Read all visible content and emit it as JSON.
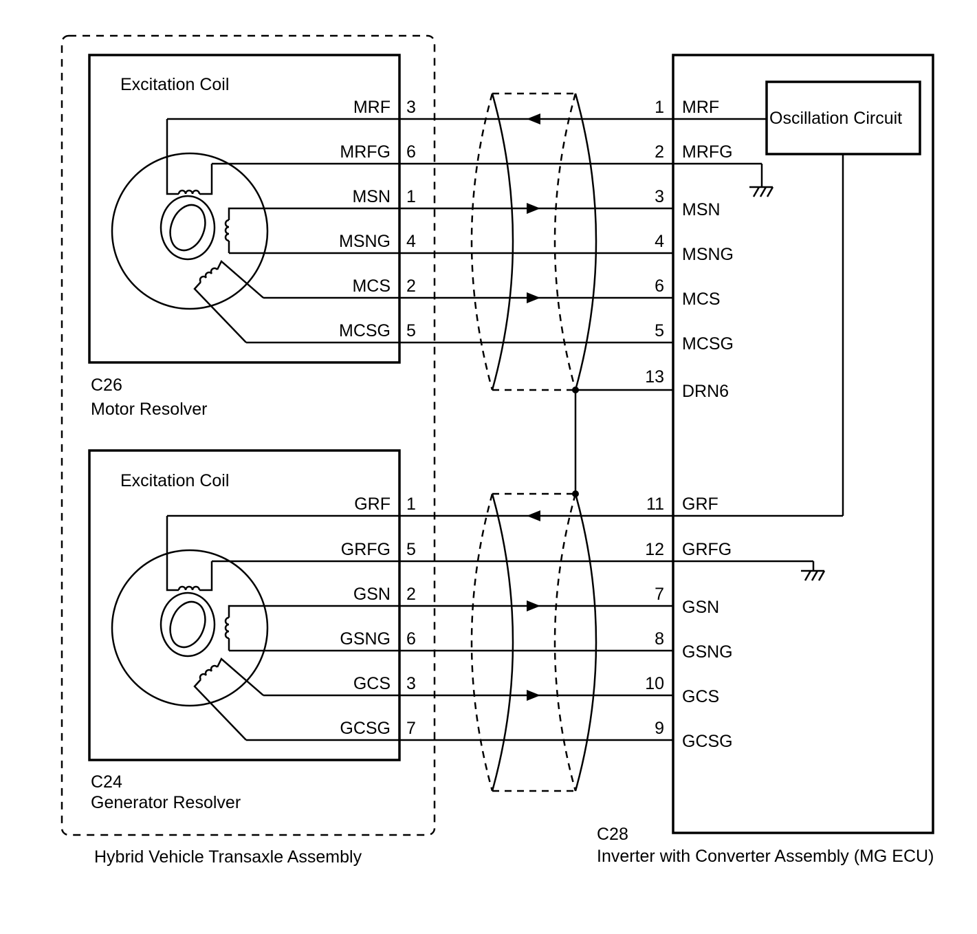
{
  "assembly_label": "Hybrid Vehicle Transaxle Assembly",
  "ecu": {
    "connector": "C28",
    "name": "Inverter with Converter Assembly (MG ECU)",
    "oscillation_label": "Oscillation Circuit"
  },
  "motor_resolver": {
    "connector": "C26",
    "name": "Motor Resolver",
    "coil_label": "Excitation Coil",
    "signals": [
      {
        "name": "MRF",
        "pin": "3",
        "ecu_pin": "1",
        "ecu_name": "MRF"
      },
      {
        "name": "MRFG",
        "pin": "6",
        "ecu_pin": "2",
        "ecu_name": "MRFG"
      },
      {
        "name": "MSN",
        "pin": "1",
        "ecu_pin": "3",
        "ecu_name": "MSN"
      },
      {
        "name": "MSNG",
        "pin": "4",
        "ecu_pin": "4",
        "ecu_name": "MSNG"
      },
      {
        "name": "MCS",
        "pin": "2",
        "ecu_pin": "6",
        "ecu_name": "MCS"
      },
      {
        "name": "MCSG",
        "pin": "5",
        "ecu_pin": "5",
        "ecu_name": "MCSG"
      }
    ]
  },
  "drain": {
    "ecu_pin": "13",
    "ecu_name": "DRN6"
  },
  "generator_resolver": {
    "connector": "C24",
    "name": "Generator Resolver",
    "coil_label": "Excitation Coil",
    "signals": [
      {
        "name": "GRF",
        "pin": "1",
        "ecu_pin": "11",
        "ecu_name": "GRF"
      },
      {
        "name": "GRFG",
        "pin": "5",
        "ecu_pin": "12",
        "ecu_name": "GRFG"
      },
      {
        "name": "GSN",
        "pin": "2",
        "ecu_pin": "7",
        "ecu_name": "GSN"
      },
      {
        "name": "GSNG",
        "pin": "6",
        "ecu_pin": "8",
        "ecu_name": "GSNG"
      },
      {
        "name": "GCS",
        "pin": "3",
        "ecu_pin": "10",
        "ecu_name": "GCS"
      },
      {
        "name": "GCSG",
        "pin": "7",
        "ecu_pin": "9",
        "ecu_name": "GCSG"
      }
    ]
  }
}
